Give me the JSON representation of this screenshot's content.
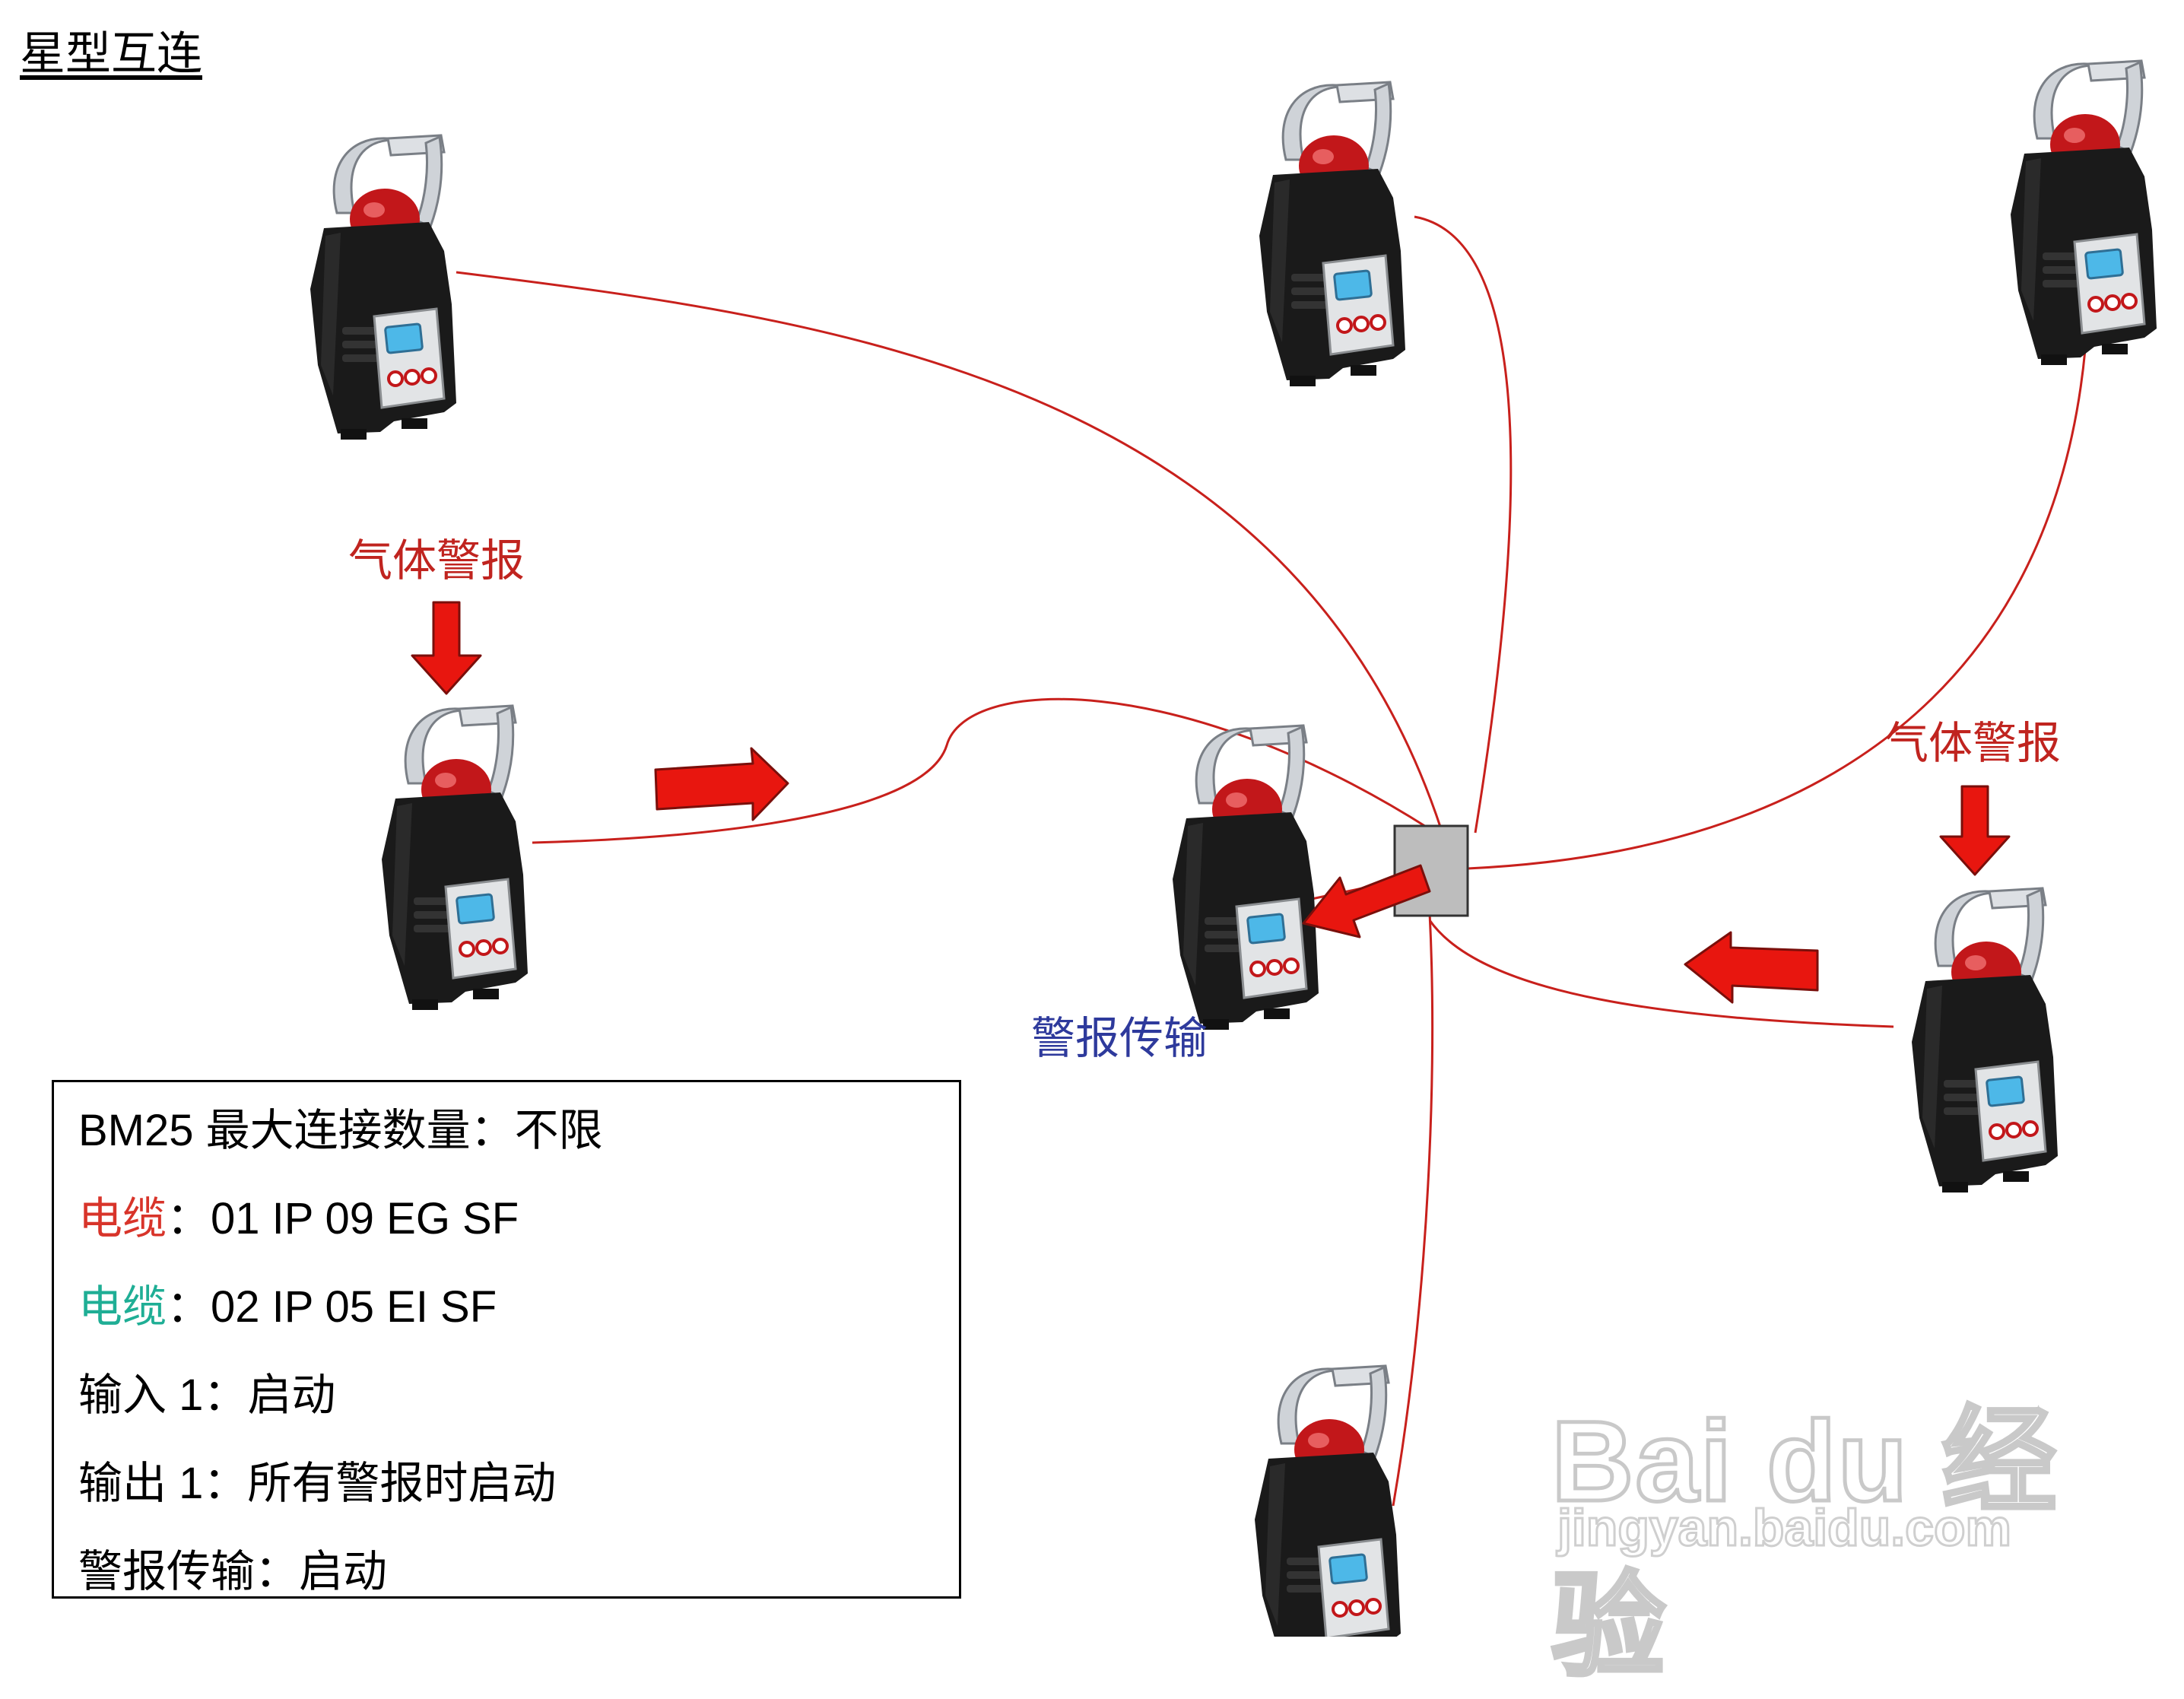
{
  "title": "星型互连",
  "labels": {
    "gas_alarm_left": "气体警报",
    "gas_alarm_right": "气体警报",
    "alarm_transmission": "警报传输"
  },
  "info_box": {
    "line1": "BM25 最大连接数量：不限",
    "line2_label": "电缆",
    "line2_value": "：01 IP 09 EG SF",
    "line3_label": "电缆",
    "line3_value": "：02 IP 05 EI SF",
    "line4": "输入 1：启动",
    "line5": "输出 1：所有警报时启动",
    "line6": "警报传输：启动"
  },
  "colors": {
    "cable": "#c8201c",
    "arrow": "#e8160f",
    "label_red": "#c0241f",
    "label_blue": "#2e3a9c",
    "cable1_label": "#d8342a",
    "cable2_label": "#1fae95",
    "hub": "#bdbdbd",
    "device_body": "#1a1a1a",
    "beacon": "#c2171a"
  },
  "watermark": {
    "brand": "Bai du 经验",
    "url": "jingyan.baidu.com"
  }
}
